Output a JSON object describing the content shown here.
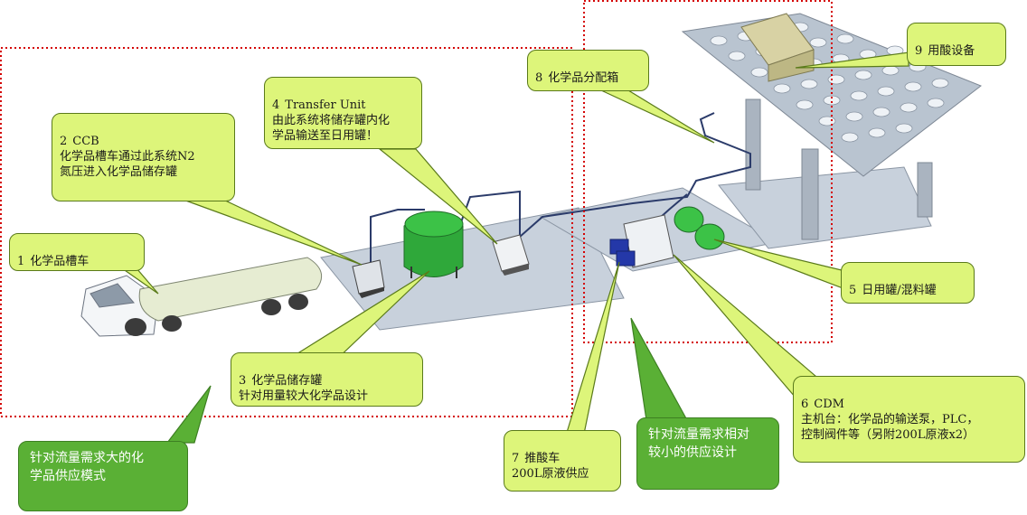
{
  "callouts": [
    {
      "id": "c1",
      "num": "1",
      "text": "化学品槽车"
    },
    {
      "id": "c2",
      "num": "2",
      "text": "CCB\n化学品槽车通过此系统N2\n氮压进入化学品储存罐"
    },
    {
      "id": "c3",
      "num": "3",
      "text": "化学品储存罐\n针对用量较大化学品设计"
    },
    {
      "id": "c4",
      "num": "4",
      "text": "Transfer Unit\n由此系统将储存罐内化\n学品输送至日用罐！"
    },
    {
      "id": "c5",
      "num": "5",
      "text": "日用罐/混料罐"
    },
    {
      "id": "c6",
      "num": "6",
      "text": "CDM\n主机台：化学品的输送泵，PLC，\n控制阀件等（另附200L原液x2）"
    },
    {
      "id": "c7",
      "num": "7",
      "text": "推酸车\n200L原液供应"
    },
    {
      "id": "c8",
      "num": "8",
      "text": "化学品分配箱"
    },
    {
      "id": "c9",
      "num": "9",
      "text": "用酸设备"
    }
  ],
  "modes": {
    "large": "针对流量需求大的化\n学品供应模式",
    "small": "针对流量需求相对\n较小的供应设计"
  },
  "colors": {
    "callout_fill": "#ddf57a",
    "mode_fill": "#5ab035",
    "dashed_border": "#d40000",
    "tank_green": "#2fa83a"
  }
}
